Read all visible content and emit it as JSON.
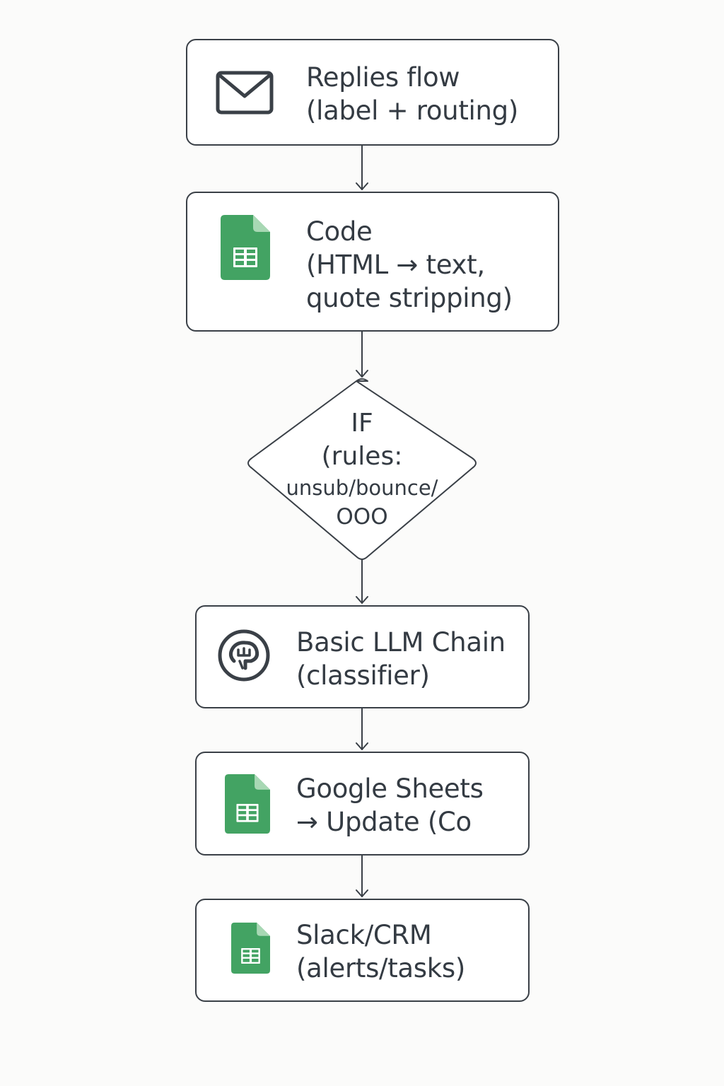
{
  "nodes": {
    "replies": {
      "line1": "Replies flow",
      "line2": "(label + routing)",
      "icon": "envelope-icon"
    },
    "code": {
      "line1": "Code",
      "line2": "(HTML → text,",
      "line3": "quote stripping)",
      "icon": "spreadsheet-icon"
    },
    "if": {
      "line1": "IF",
      "line2": "(rules:",
      "line3": "unsub/bounce/",
      "line4": "OOO"
    },
    "llm": {
      "line1": "Basic LLM Chain",
      "line2": "(classifier)",
      "icon": "brain-icon"
    },
    "sheets": {
      "line1": "Google Sheets",
      "line2": "→ Update (Co",
      "icon": "spreadsheet-icon"
    },
    "slack": {
      "line1": "Slack/CRM",
      "line2": "(alerts/tasks)",
      "icon": "spreadsheet-icon"
    }
  },
  "colors": {
    "stroke": "#3a4047",
    "text": "#343b43",
    "sheet_green": "#43a363",
    "sheet_fold": "#a8d8b4",
    "background": "#fbfbfa"
  }
}
